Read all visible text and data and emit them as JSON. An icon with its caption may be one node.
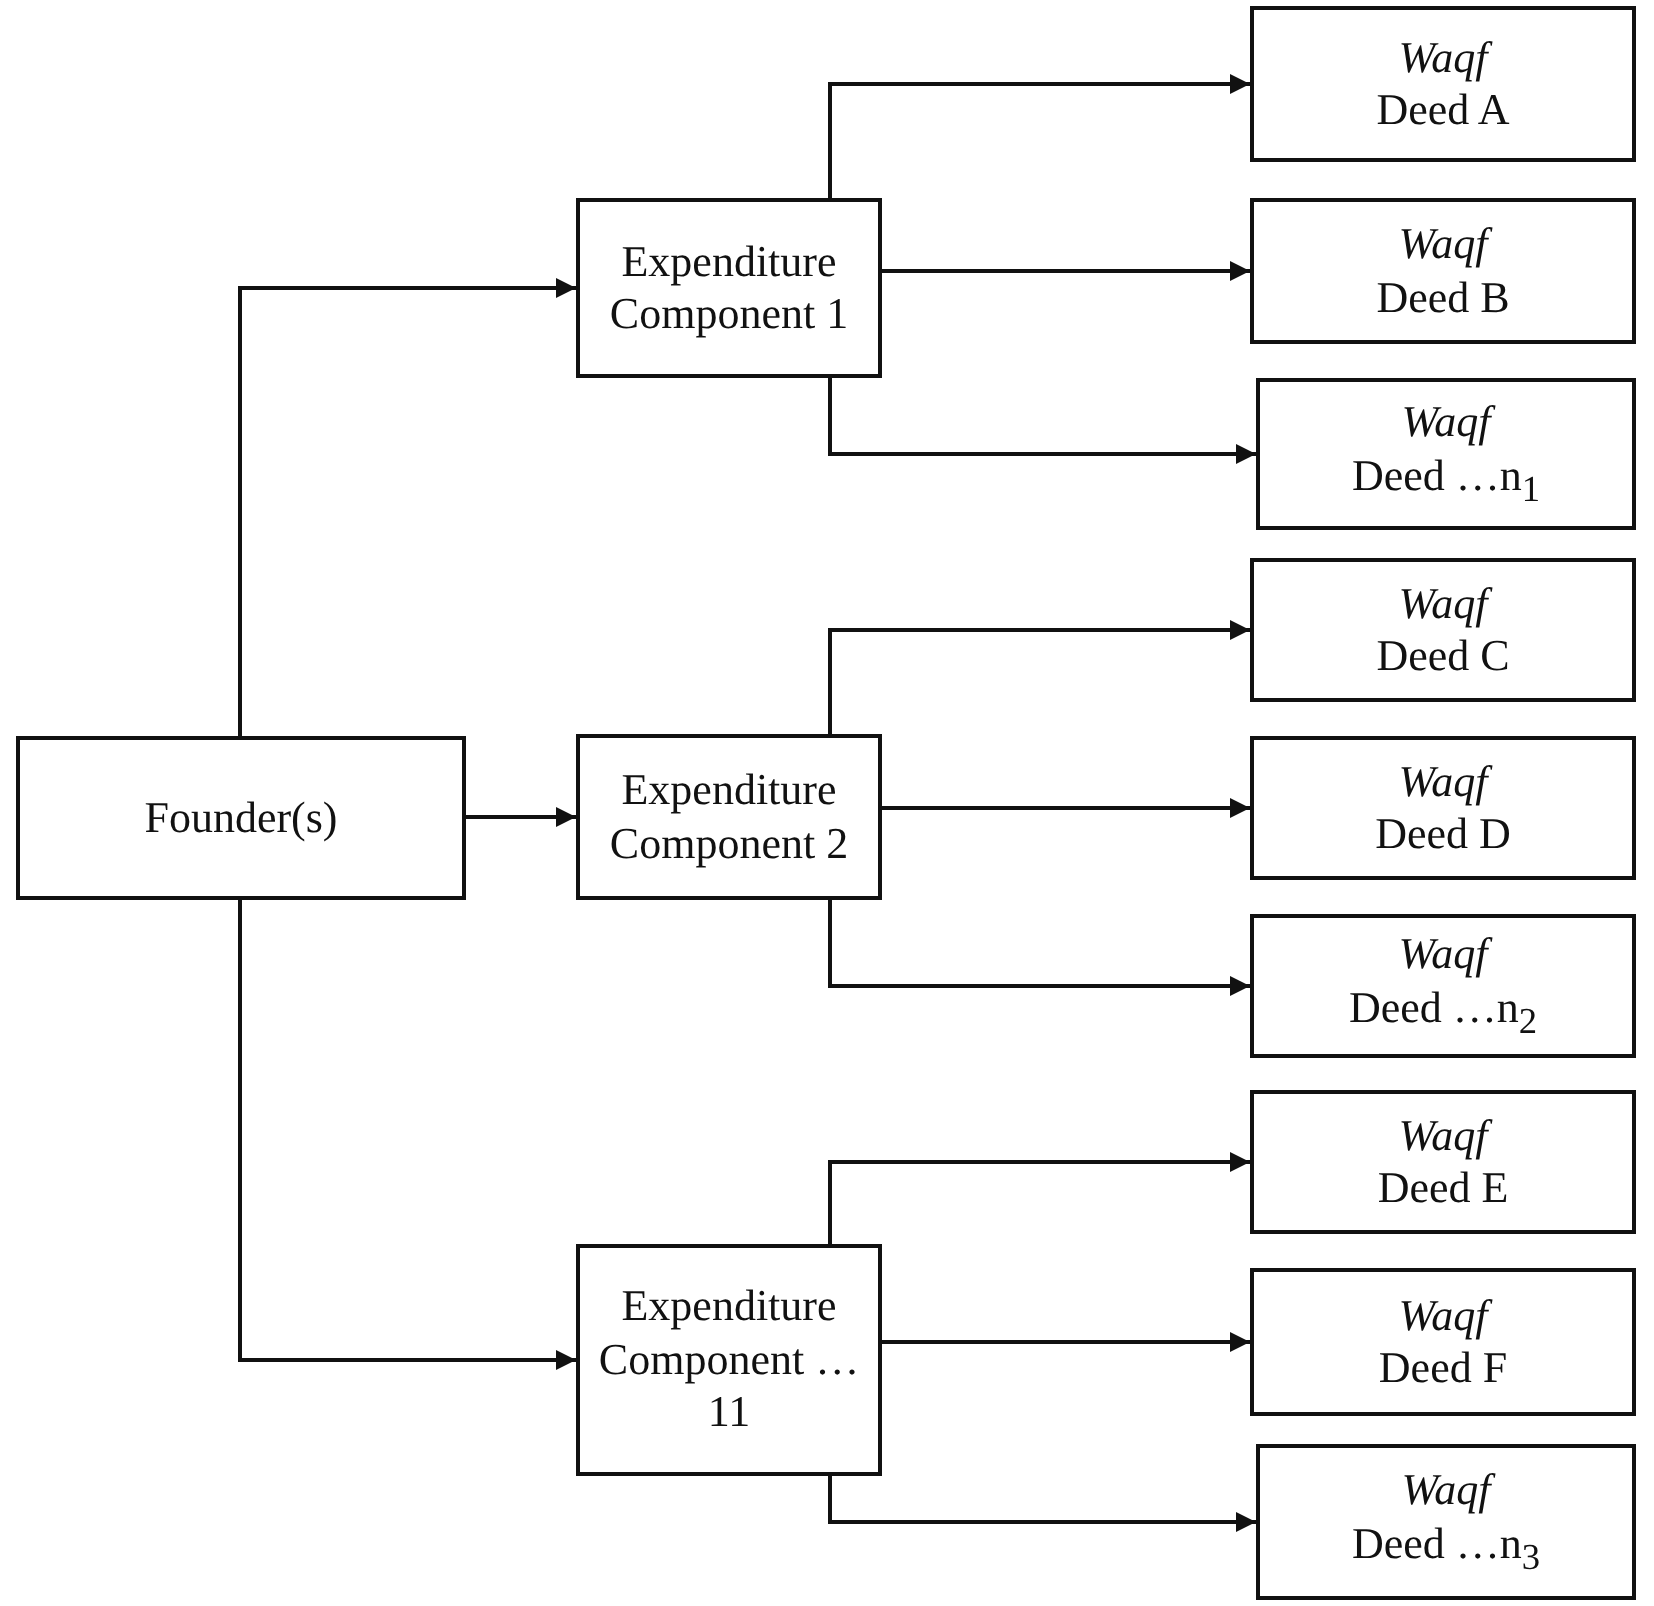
{
  "diagram": {
    "nodes": [
      {
        "text": [
          "Founder(s)"
        ]
      },
      {
        "text": [
          "Expenditure Component 1"
        ]
      },
      {
        "text": [
          "Expenditure Component 2"
        ]
      },
      {
        "text": [
          "Expenditure Component …11"
        ]
      },
      {
        "text": [
          "Waqf",
          "Deed A"
        ]
      },
      {
        "text": [
          "Waqf",
          "Deed B"
        ]
      },
      {
        "text": [
          "Waqf",
          "Deed …n$_{1}$"
        ]
      },
      {
        "text": [
          "Waqf",
          "Deed C"
        ]
      },
      {
        "text": [
          "Waqf",
          "Deed D"
        ]
      },
      {
        "text": [
          "Waqf",
          "Deed …n$_{2}$"
        ]
      },
      {
        "text": [
          "Waqf",
          "Deed E"
        ]
      },
      {
        "text": [
          "Waqf",
          "Deed F"
        ]
      },
      {
        "text": [
          "Waqf",
          "Deed …n$_{3}$"
        ]
      }
    ],
    "edges": [
      {
        "from": 0,
        "to": 1,
        "arrow": "to"
      },
      {
        "from": 0,
        "to": 2,
        "arrow": "to"
      },
      {
        "from": 0,
        "to": 3,
        "arrow": "to"
      },
      {
        "from": 1,
        "to": 4,
        "arrow": "to"
      },
      {
        "from": 1,
        "to": 5,
        "arrow": "to"
      },
      {
        "from": 1,
        "to": 6,
        "arrow": "to"
      },
      {
        "from": 2,
        "to": 7,
        "arrow": "to"
      },
      {
        "from": 2,
        "to": 8,
        "arrow": "to"
      },
      {
        "from": 2,
        "to": 9,
        "arrow": "to"
      },
      {
        "from": 3,
        "to": 10,
        "arrow": "to"
      },
      {
        "from": 3,
        "to": 11,
        "arrow": "to"
      },
      {
        "from": 3,
        "to": 12,
        "arrow": "to"
      }
    ]
  }
}
